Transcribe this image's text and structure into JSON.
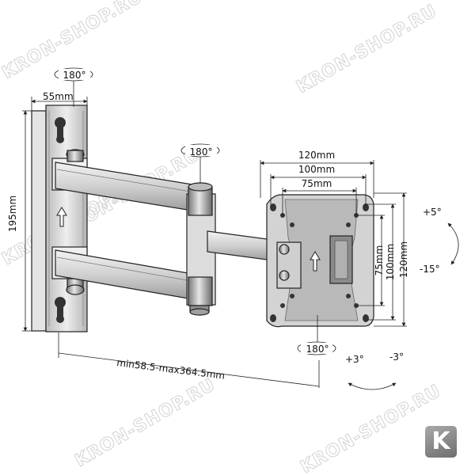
{
  "watermark": {
    "text": "KRON-SHOP.RU"
  },
  "logo": {
    "letter": "K"
  },
  "labels": {
    "rot_top": "180°",
    "rot_mid": "180°",
    "rot_bottom": "180°",
    "plate_width": "55mm",
    "plate_height": "195mm",
    "w120": "120mm",
    "w100": "100mm",
    "w75": "75mm",
    "h75": "75mm",
    "h100": "100mm",
    "h120": "120mm",
    "tilt_up": "+5°",
    "tilt_down": "-15°",
    "swivel_plus": "+3°",
    "swivel_minus": "-3°",
    "extension": "min58.5-max364.5mm"
  },
  "colors": {
    "ink": "#222222",
    "metal": "#d9d9d9",
    "metal_dark": "#8a8a8a",
    "watermark": "#d6d6d6"
  }
}
